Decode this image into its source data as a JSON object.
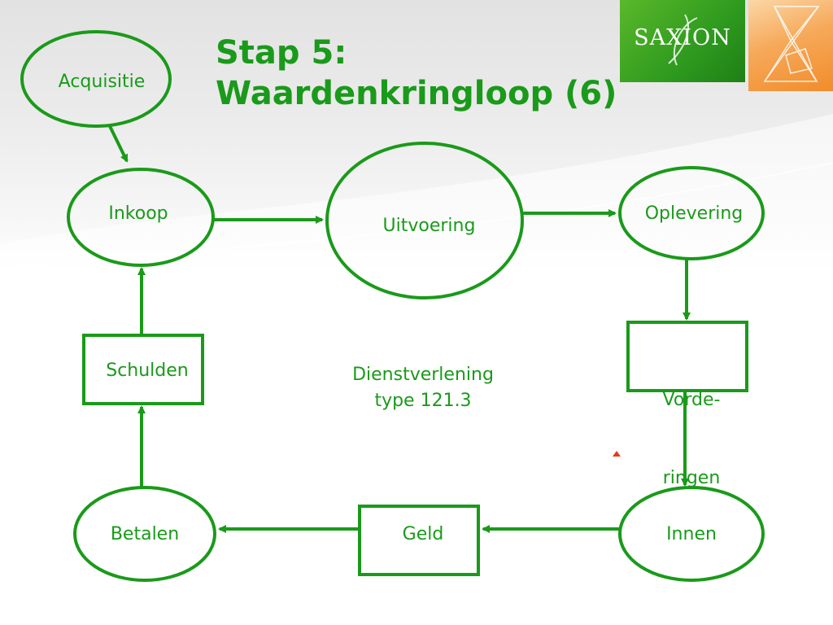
{
  "slide": {
    "title_line1": "Stap 5:",
    "title_line2": "Waardenkringloop (6)",
    "center_text_line1": "Dienstverlening",
    "center_text_line2": "type 121.3",
    "logo_text": "SAXION"
  },
  "nodes": {
    "acquisitie": "Acquisitie",
    "inkoop": "Inkoop",
    "uitvoering": "Uitvoering",
    "oplevering": "Oplevering",
    "vorderingen_line1": "Vorde-",
    "vorderingen_line2": "ringen",
    "innen": "Innen",
    "geld": "Geld",
    "betalen": "Betalen",
    "schulden": "Schulden"
  },
  "colors": {
    "green": "#1a9a1a",
    "marker": "#e23b1a"
  }
}
